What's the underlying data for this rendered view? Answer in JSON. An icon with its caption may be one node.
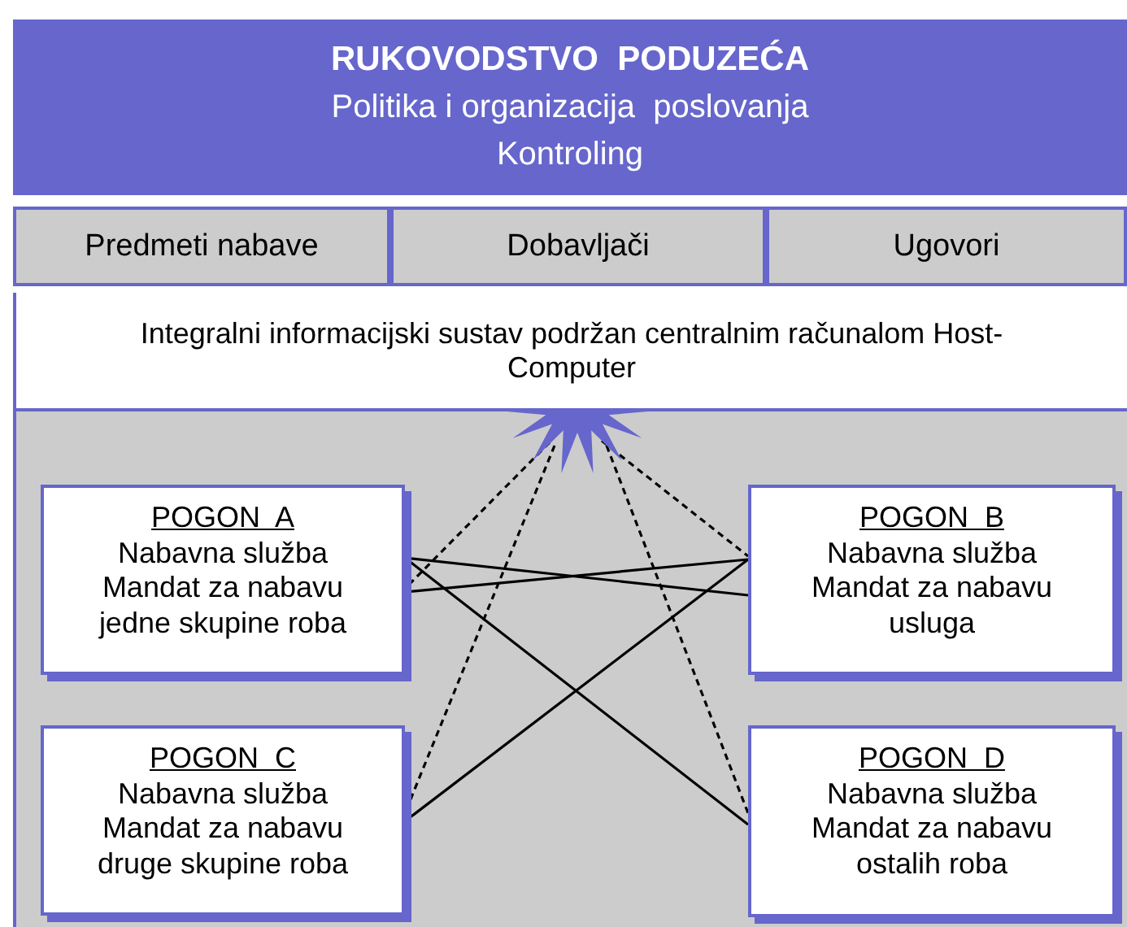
{
  "diagram": {
    "nodes": [
      {
        "text": [
          "RUKOVODSTVO  PODUZEĆA",
          "Politika i organizacija  poslovanja",
          "Kontroling"
        ]
      },
      {
        "text": [
          "Predmeti nabave"
        ]
      },
      {
        "text": [
          "Dobavljači"
        ]
      },
      {
        "text": [
          "Ugovori"
        ]
      },
      {
        "text": [
          "Integralni informacijski sustav podržan centralnim računalom Host-Computer"
        ]
      },
      {
        "text": [],
        "shape": "star"
      },
      {
        "text": [
          "POGON  A",
          "Nabavna služba Mandat za nabavu jedne skupine roba"
        ]
      },
      {
        "text": [
          "POGON  B",
          "Nabavna služba Mandat za nabavu usluga"
        ]
      },
      {
        "text": [
          "POGON  C",
          "Nabavna služba Mandat za nabavu druge skupine roba"
        ]
      },
      {
        "text": [
          "POGON  D",
          "Nabavna služba Mandat za nabavu ostalih roba"
        ]
      }
    ],
    "edges": [
      {
        "from": 5,
        "to": 6,
        "arrow": "none",
        "style": "dashed"
      },
      {
        "from": 5,
        "to": 8,
        "arrow": "none",
        "style": "dashed"
      },
      {
        "from": 5,
        "to": 7,
        "arrow": "none",
        "style": "dashed"
      },
      {
        "from": 5,
        "to": 9,
        "arrow": "none",
        "style": "dashed"
      },
      {
        "from": 6,
        "to": 9,
        "arrow": "none"
      },
      {
        "from": 6,
        "to": 7,
        "arrow": "none"
      },
      {
        "from": 6,
        "to": 7,
        "arrow": "none"
      },
      {
        "from": 8,
        "to": 7,
        "arrow": "none"
      }
    ]
  }
}
